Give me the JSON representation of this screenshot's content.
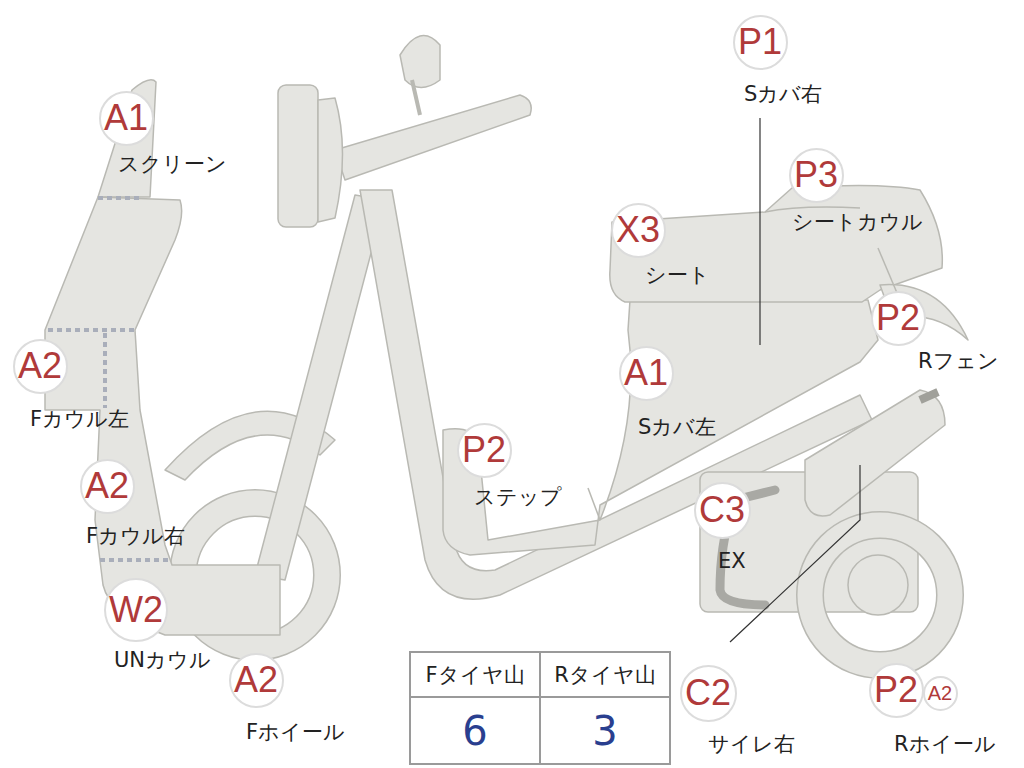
{
  "diagram": {
    "nodes": [
      {
        "text": [
          "A1"
        ]
      },
      {
        "text": [
          "A2"
        ]
      },
      {
        "text": [
          "A2"
        ]
      },
      {
        "text": [
          "W2"
        ]
      },
      {
        "text": [
          "A2"
        ]
      },
      {
        "text": [
          "P1"
        ]
      },
      {
        "text": [
          "P3"
        ]
      },
      {
        "text": [
          "X3"
        ]
      },
      {
        "text": [
          "P2"
        ]
      },
      {
        "text": [
          "A1"
        ]
      },
      {
        "text": [
          "P2"
        ]
      },
      {
        "text": [
          "C3"
        ]
      },
      {
        "text": [
          "C2"
        ]
      },
      {
        "text": [
          "P2"
        ]
      },
      {
        "text": [
          "A2"
        ]
      }
    ],
    "labels": [
      "スクリーン",
      "Fカウル左",
      "Fカウル右",
      "UNカウル",
      "Fホイール",
      "Sカバ右",
      "シートカウル",
      "シート",
      "Rフェン",
      "Sカバ左",
      "ステップ",
      "EX",
      "サイレ右",
      "Rホイール",
      "Fタイヤ山",
      "Rタイヤ山",
      "6",
      "3"
    ]
  }
}
